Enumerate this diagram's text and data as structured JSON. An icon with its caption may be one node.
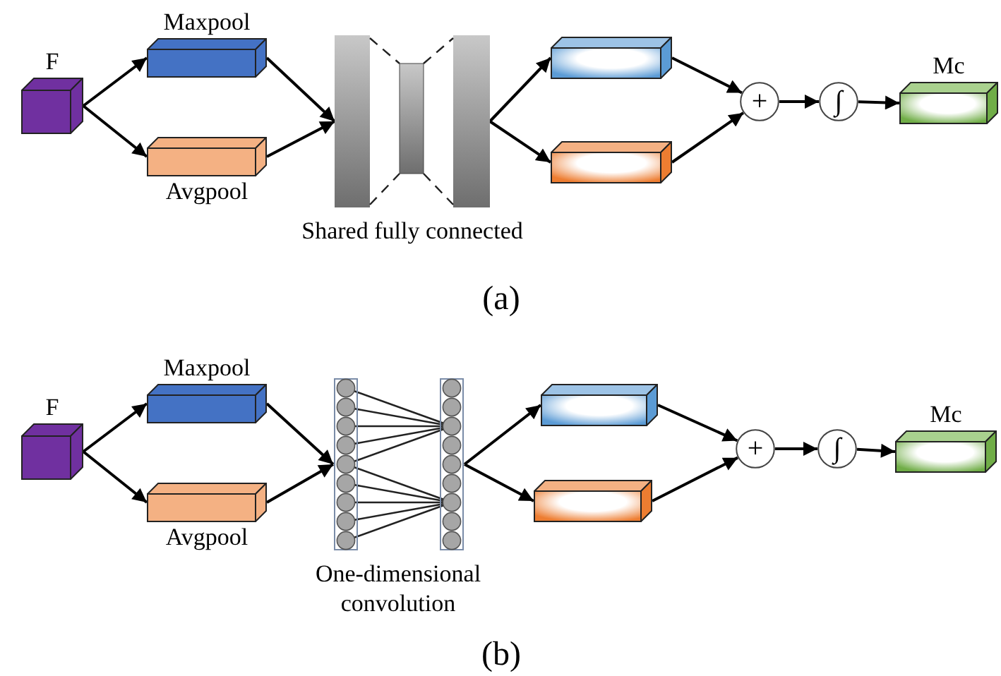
{
  "diagram": {
    "nodes": [
      {
        "text": [
          "F"
        ]
      },
      {
        "text": [
          "Maxpool"
        ]
      },
      {
        "text": [
          "Avgpool"
        ]
      },
      {
        "text": [],
        "shape": "bar"
      },
      {
        "text": [],
        "shape": "box"
      },
      {
        "text": [],
        "shape": "box"
      },
      {
        "text": [
          "+"
        ]
      },
      {
        "text": [
          "∫"
        ]
      },
      {
        "text": [
          "Mc"
        ]
      },
      {
        "text": [
          "F"
        ]
      },
      {
        "text": [
          "Maxpool"
        ]
      },
      {
        "text": [
          "Avgpool"
        ]
      },
      {
        "text": [],
        "shape": "picture"
      },
      {
        "text": [],
        "shape": "box"
      },
      {
        "text": [],
        "shape": "box"
      },
      {
        "text": [
          "+"
        ]
      },
      {
        "text": [
          "∫"
        ]
      },
      {
        "text": [
          "Mc"
        ]
      }
    ],
    "edges": [
      {
        "from": 0,
        "to": 1,
        "arrow": "to"
      },
      {
        "from": 0,
        "to": 2,
        "arrow": "to"
      },
      {
        "from": 1,
        "to": 3,
        "arrow": "to"
      },
      {
        "from": 2,
        "to": 3,
        "arrow": "to"
      },
      {
        "from": 3,
        "to": 4,
        "arrow": "to"
      },
      {
        "from": 3,
        "to": 5,
        "arrow": "to"
      },
      {
        "from": 4,
        "to": 6,
        "arrow": "to"
      },
      {
        "from": 5,
        "to": 6,
        "arrow": "to"
      },
      {
        "from": 6,
        "to": 7,
        "arrow": "to"
      },
      {
        "from": 7,
        "to": 8,
        "arrow": "to"
      },
      {
        "from": 9,
        "to": 10,
        "arrow": "to"
      },
      {
        "from": 9,
        "to": 11,
        "arrow": "to"
      },
      {
        "from": 10,
        "to": 12,
        "arrow": "to"
      },
      {
        "from": 11,
        "to": 12,
        "arrow": "to"
      },
      {
        "from": 12,
        "to": 13,
        "arrow": "to"
      },
      {
        "from": 12,
        "to": 14,
        "arrow": "to"
      },
      {
        "from": 13,
        "to": 15,
        "arrow": "to"
      },
      {
        "from": 14,
        "to": 15,
        "arrow": "to"
      },
      {
        "from": 15,
        "to": 16,
        "arrow": "to"
      },
      {
        "from": 16,
        "to": 17,
        "arrow": "to"
      }
    ],
    "labels": [
      "Shared fully connected",
      "(a)",
      "One-dimensional convolution",
      "(b)"
    ]
  }
}
